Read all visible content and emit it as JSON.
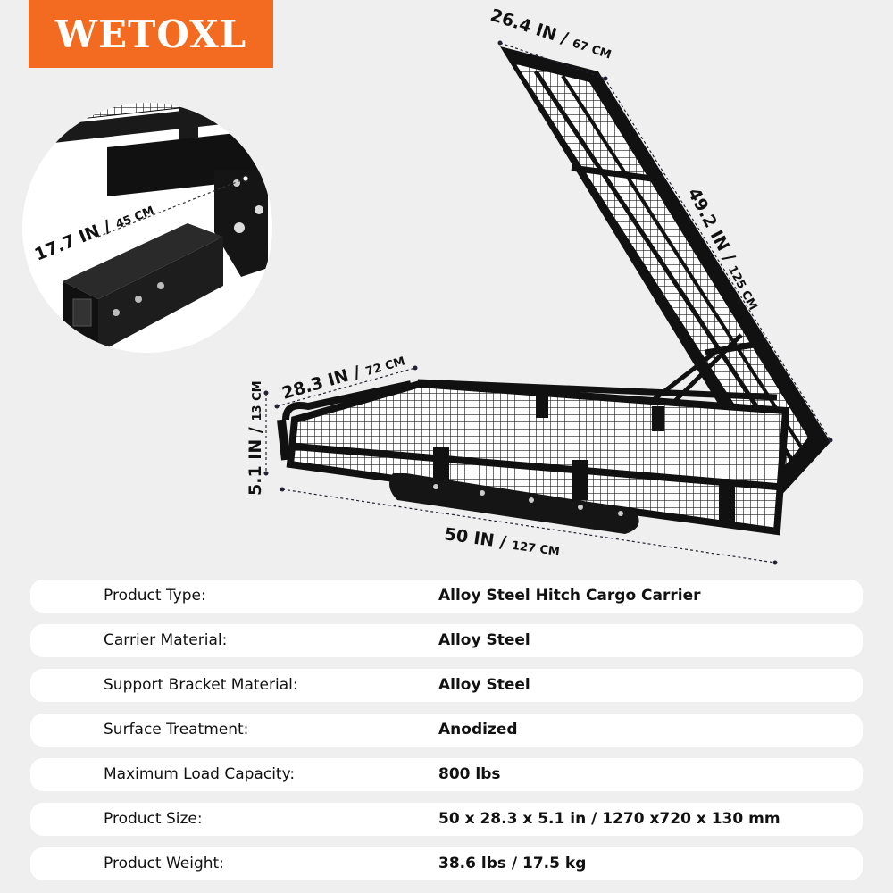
{
  "brand": {
    "logo_text": "WETOXL",
    "logo_color": "#f26b21"
  },
  "dimensions": {
    "hitch_inch": "17.7 IN",
    "hitch_cm": "45 CM",
    "ramp_width_inch": "26.4 IN",
    "ramp_width_cm": "67 CM",
    "ramp_length_inch": "49.2 IN",
    "ramp_length_cm": "125 CM",
    "depth_inch": "28.3 IN",
    "depth_cm": "72 CM",
    "height_inch": "5.1 IN",
    "height_cm": "13 CM",
    "length_inch": "50 IN",
    "length_cm": "127 CM",
    "separator": "/"
  },
  "specs": [
    {
      "label": "Product Type:",
      "value": "Alloy Steel Hitch Cargo Carrier"
    },
    {
      "label": "Carrier Material:",
      "value": "Alloy Steel"
    },
    {
      "label": "Support Bracket Material:",
      "value": "Alloy Steel"
    },
    {
      "label": "Surface Treatment:",
      "value": "Anodized"
    },
    {
      "label": "Maximum Load Capacity:",
      "value": "800 lbs"
    },
    {
      "label": "Product Size:",
      "value": "50 x 28.3 x 5.1 in / 1270 x720 x 130 mm"
    },
    {
      "label": "Product Weight:",
      "value": "38.6 lbs / 17.5 kg"
    }
  ]
}
